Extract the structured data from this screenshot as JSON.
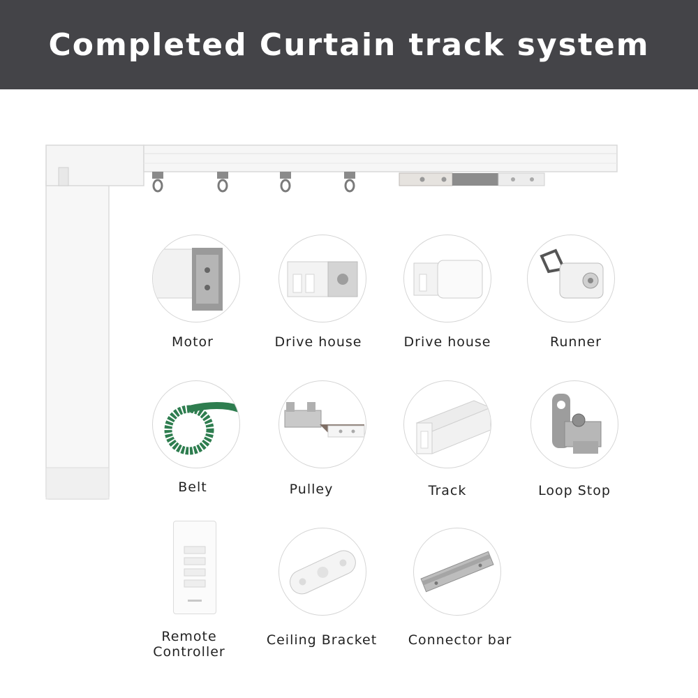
{
  "title": "Completed Curtain track system",
  "colors": {
    "header_bg": "#444448",
    "header_text": "#ffffff",
    "belt": "#2e7d4f"
  },
  "components": [
    {
      "id": "motor",
      "label": "Motor",
      "icon": "motor-icon"
    },
    {
      "id": "drive-house-1",
      "label": "Drive house",
      "icon": "drive-house-icon"
    },
    {
      "id": "drive-house-2",
      "label": "Drive house",
      "icon": "drive-house-cap-icon"
    },
    {
      "id": "runner",
      "label": "Runner",
      "icon": "runner-icon"
    },
    {
      "id": "belt",
      "label": "Belt",
      "icon": "belt-icon"
    },
    {
      "id": "pulley",
      "label": "Pulley",
      "icon": "pulley-icon"
    },
    {
      "id": "track",
      "label": "Track",
      "icon": "track-icon"
    },
    {
      "id": "loop-stop",
      "label": "Loop Stop",
      "icon": "loop-stop-icon"
    },
    {
      "id": "remote-controller",
      "label": "Remote\nController",
      "icon": "remote-controller-icon"
    },
    {
      "id": "ceiling-bracket",
      "label": "Ceiling Bracket",
      "icon": "ceiling-bracket-icon"
    },
    {
      "id": "connector-bar",
      "label": "Connector bar",
      "icon": "connector-bar-icon"
    }
  ]
}
